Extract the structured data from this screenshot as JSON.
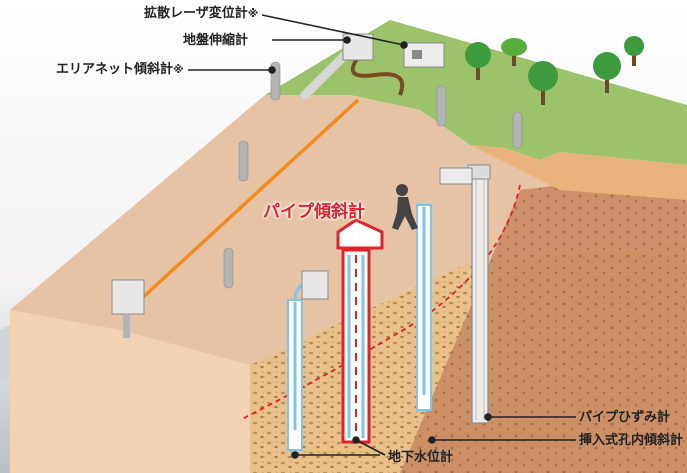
{
  "labels": {
    "diffusion_laser": "拡散レーザ変位計",
    "diffusion_laser_mark": "※",
    "extensometer": "地盤伸縮計",
    "area_net": "エリアネット傾斜計",
    "area_net_mark": "※",
    "pipe_inclinometer": "パイプ傾斜計",
    "pipe_strain": "パイプひずみ計",
    "borehole_inclinometer": "挿入式孔内傾斜計",
    "water_level": "地下水位計"
  },
  "colors": {
    "highlight": "#e0222a",
    "laser_beam": "#f28c1e",
    "water_pipe": "#7cc6ea",
    "grass": "#9cc36a",
    "slope_face": "#e6c3a4",
    "soil_side": "#e9b47c",
    "slip_line": "#e0222a"
  },
  "icons": {
    "person": "person-walking-icon",
    "trees": "tree-icon"
  }
}
